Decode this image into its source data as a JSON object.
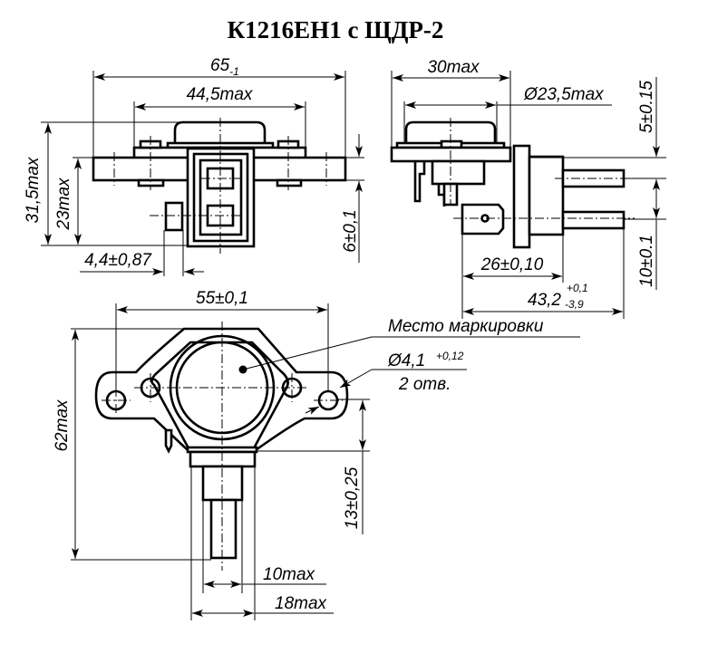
{
  "title": "К1216ЕН1 с ЩДР-2",
  "views": {
    "front": {
      "name": "front-view",
      "dimensions": {
        "overall_width": {
          "main": "65",
          "sub": "-1"
        },
        "body_width": "44,5max",
        "overall_height": "31,5max",
        "height_to_flange": "23max",
        "terminal_offset": "4,4±0,87",
        "flange_thickness": "6±0,1"
      }
    },
    "side": {
      "name": "side-view",
      "dimensions": {
        "depth": "30max",
        "cap_diameter": "Ø23,5max",
        "top_offset": "5±0.15",
        "pin_spacing": "10±0.1",
        "connector_length": "26±0,10",
        "total_length": {
          "main": "43,2",
          "sup": "+0,1",
          "sub": "-3,9"
        }
      }
    },
    "top": {
      "name": "top-view",
      "dimensions": {
        "hole_spacing": "55±0,1",
        "overall_height": "62max",
        "hole_to_base": "13±0,25",
        "pin_width": "10max",
        "base_width": "18max"
      },
      "annotations": {
        "marking_place": "Место маркировки",
        "hole_diameter": {
          "main": "Ø4,1",
          "sup": "+0,12"
        },
        "hole_count": "2 отв."
      }
    }
  }
}
